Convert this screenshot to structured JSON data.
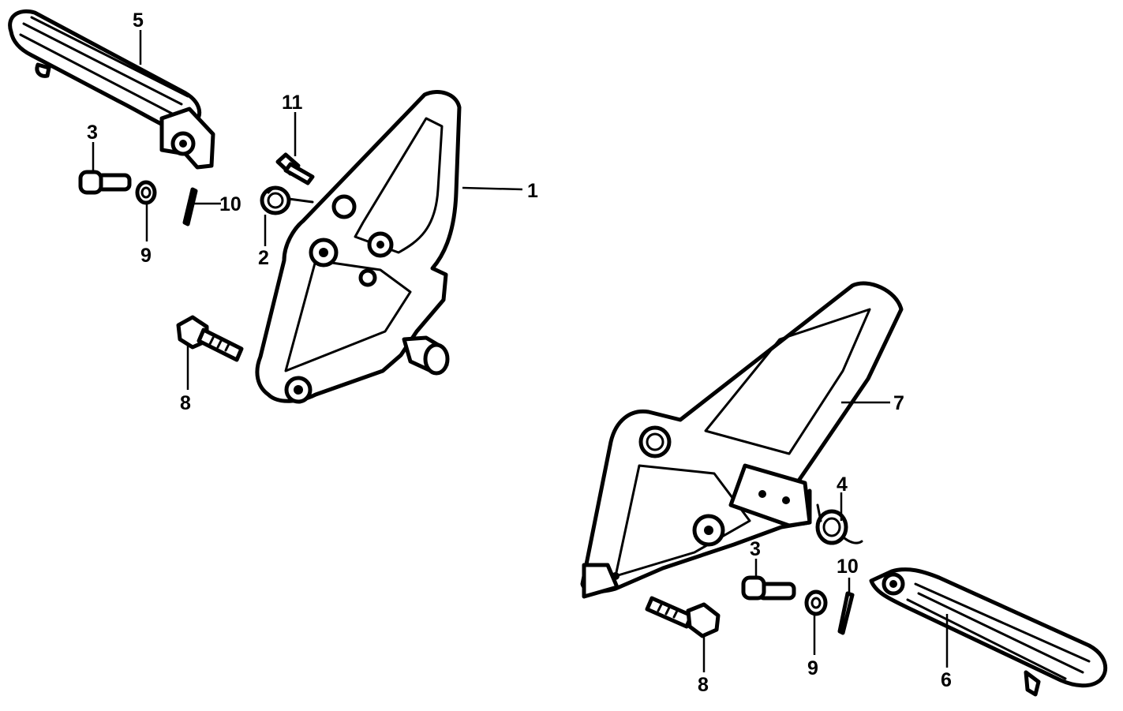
{
  "diagram": {
    "callouts": {
      "c1": "1",
      "c2": "2",
      "c3_left": "3",
      "c3_right": "3",
      "c4": "4",
      "c5": "5",
      "c6": "6",
      "c7": "7",
      "c8_left": "8",
      "c8_right": "8",
      "c9_left": "9",
      "c9_right": "9",
      "c10_left": "10",
      "c10_right": "10",
      "c11": "11"
    }
  }
}
